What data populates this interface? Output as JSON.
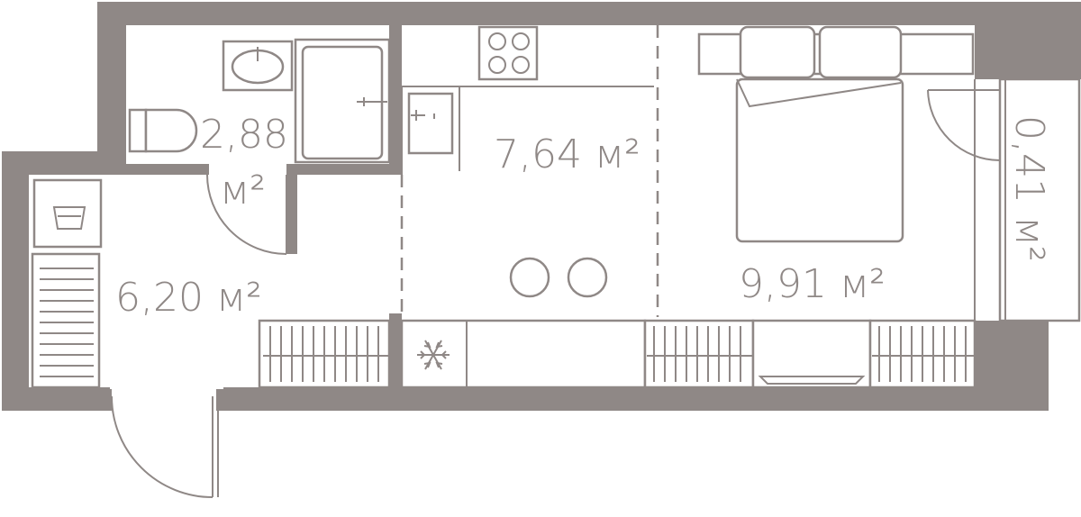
{
  "rooms": {
    "bathroom": {
      "area_line1": "2,88",
      "area_line2": "м²"
    },
    "hallway": {
      "area": "6,20 м²"
    },
    "kitchen": {
      "area": "7,64 м²"
    },
    "bedroom": {
      "area": "9,91 м²"
    },
    "balcony": {
      "area": "0,41 м²"
    }
  },
  "icons": [
    "sink-icon",
    "toilet-icon",
    "bathtub-icon",
    "stove-icon",
    "kitchen-sink-icon",
    "bed-icon",
    "pillow-icon",
    "washing-machine-icon",
    "radiator-icon",
    "fridge-snowflake-icon",
    "chair-icon",
    "door-icon"
  ],
  "colors": {
    "wall": "#8f8886",
    "background": "#ffffff"
  }
}
